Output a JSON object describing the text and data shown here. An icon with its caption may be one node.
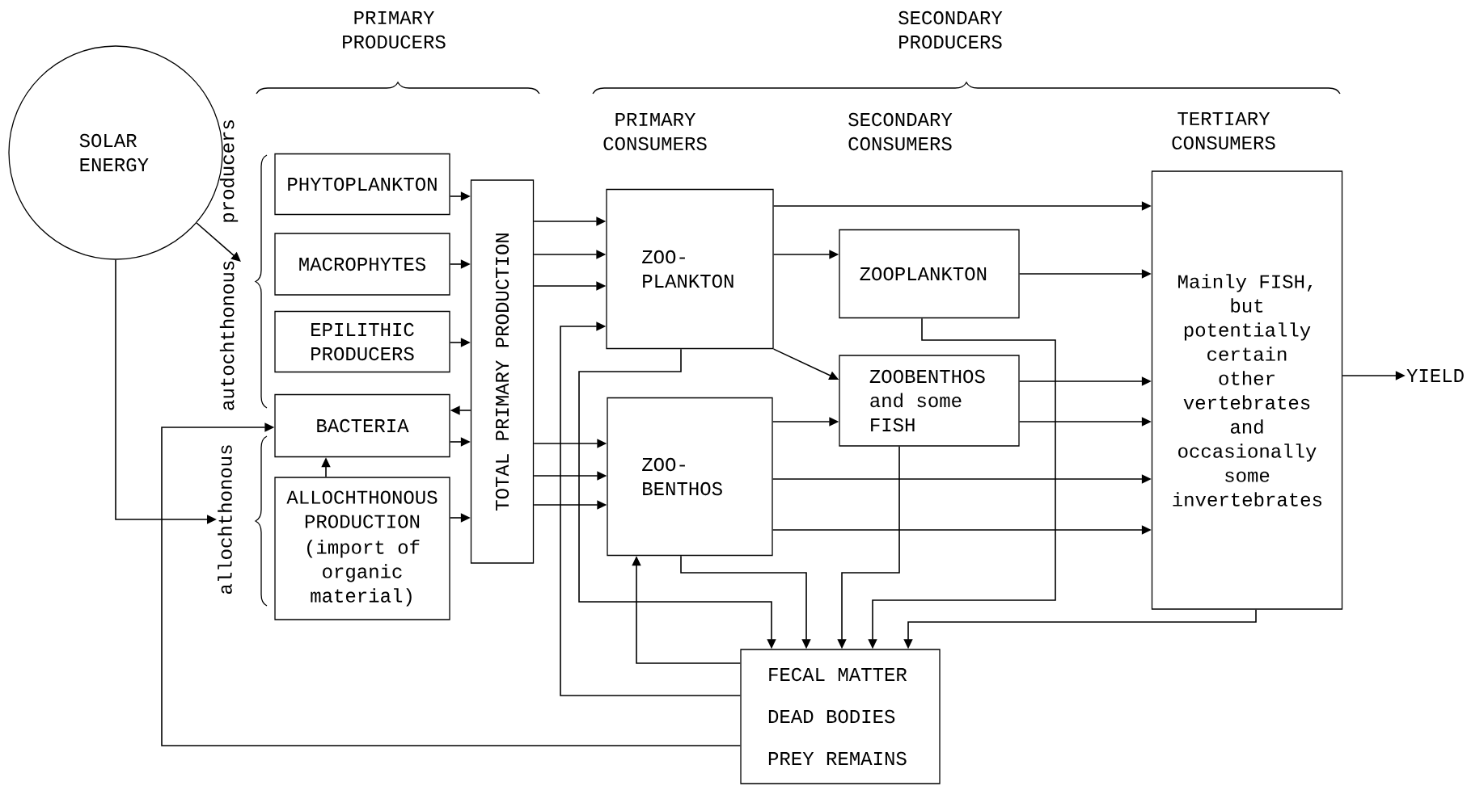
{
  "diagram": {
    "nodes": [
      {
        "text": [
          "SOLAR ENERGY"
        ]
      },
      {
        "text": [
          "autochthonous producers"
        ]
      },
      {
        "text": [
          "allochthonous"
        ]
      },
      {
        "text": [
          "PHYTOPLANKTON"
        ]
      },
      {
        "text": [
          "MACROPHYTES"
        ]
      },
      {
        "text": [
          "EPILITHIC PRODUCERS"
        ]
      },
      {
        "text": [
          "BACTERIA"
        ]
      },
      {
        "text": [
          "ALLOCHTHONOUS PRODUCTION",
          "(import of organic material)"
        ]
      },
      {
        "text": [
          "TOTAL PRIMARY PRODUCTION"
        ]
      },
      {
        "text": [
          "ZOO- PLANKTON"
        ]
      },
      {
        "text": [
          "ZOO- BENTHOS"
        ]
      },
      {
        "text": [
          "ZOOPLANKTON"
        ]
      },
      {
        "text": [
          "ZOOBENTHOS and some FISH"
        ]
      },
      {
        "text": [
          "Mainly FISH, but potentially certain other vertebrates and occasionally some invertebrates"
        ]
      },
      {
        "text": [
          "FECAL MATTER",
          "DEAD BODIES",
          "PREY REMAINS"
        ]
      },
      {
        "text": [
          "YIELD"
        ]
      }
    ],
    "edges": [
      {
        "from": 0,
        "to": 1,
        "arrow": "to"
      },
      {
        "from": 0,
        "to": 2,
        "arrow": "to"
      },
      {
        "from": 3,
        "to": 8,
        "arrow": "to"
      },
      {
        "from": 4,
        "to": 8,
        "arrow": "to"
      },
      {
        "from": 5,
        "to": 8,
        "arrow": "to"
      },
      {
        "from": 8,
        "to": 6,
        "arrow": "to"
      },
      {
        "from": 6,
        "to": 8,
        "arrow": "to"
      },
      {
        "from": 7,
        "to": 8,
        "arrow": "to"
      },
      {
        "from": 7,
        "to": 6,
        "arrow": "to"
      },
      {
        "from": 8,
        "to": 9,
        "arrow": "to"
      },
      {
        "from": 8,
        "to": 9,
        "arrow": "to"
      },
      {
        "from": 8,
        "to": 9,
        "arrow": "to"
      },
      {
        "from": 8,
        "to": 10,
        "arrow": "to"
      },
      {
        "from": 8,
        "to": 10,
        "arrow": "to"
      },
      {
        "from": 8,
        "to": 10,
        "arrow": "to"
      },
      {
        "from": 14,
        "to": 9,
        "arrow": "to"
      },
      {
        "from": 14,
        "to": 10,
        "arrow": "to"
      },
      {
        "from": 14,
        "to": 6,
        "arrow": "to"
      },
      {
        "from": 9,
        "to": 14,
        "arrow": "to"
      },
      {
        "from": 10,
        "to": 14,
        "arrow": "to"
      },
      {
        "from": 12,
        "to": 14,
        "arrow": "to"
      },
      {
        "from": 11,
        "to": 14,
        "arrow": "to"
      },
      {
        "from": 13,
        "to": 14,
        "arrow": "to"
      },
      {
        "from": 9,
        "to": 13,
        "arrow": "to"
      },
      {
        "from": 9,
        "to": 11,
        "arrow": "to"
      },
      {
        "from": 9,
        "to": 12,
        "arrow": "to"
      },
      {
        "from": 10,
        "to": 12,
        "arrow": "to"
      },
      {
        "from": 10,
        "to": 13,
        "arrow": "to"
      },
      {
        "from": 10,
        "to": 13,
        "arrow": "to"
      },
      {
        "from": 11,
        "to": 13,
        "arrow": "to"
      },
      {
        "from": 12,
        "to": 13,
        "arrow": "to"
      },
      {
        "from": 12,
        "to": 13,
        "arrow": "to"
      },
      {
        "from": 13,
        "to": 15,
        "arrow": "to"
      }
    ],
    "labels": [
      "PRIMARY PRODUCERS",
      "SECONDARY PRODUCERS",
      "PRIMARY CONSUMERS",
      "SECONDARY CONSUMERS",
      "TERTIARY CONSUMERS"
    ]
  }
}
